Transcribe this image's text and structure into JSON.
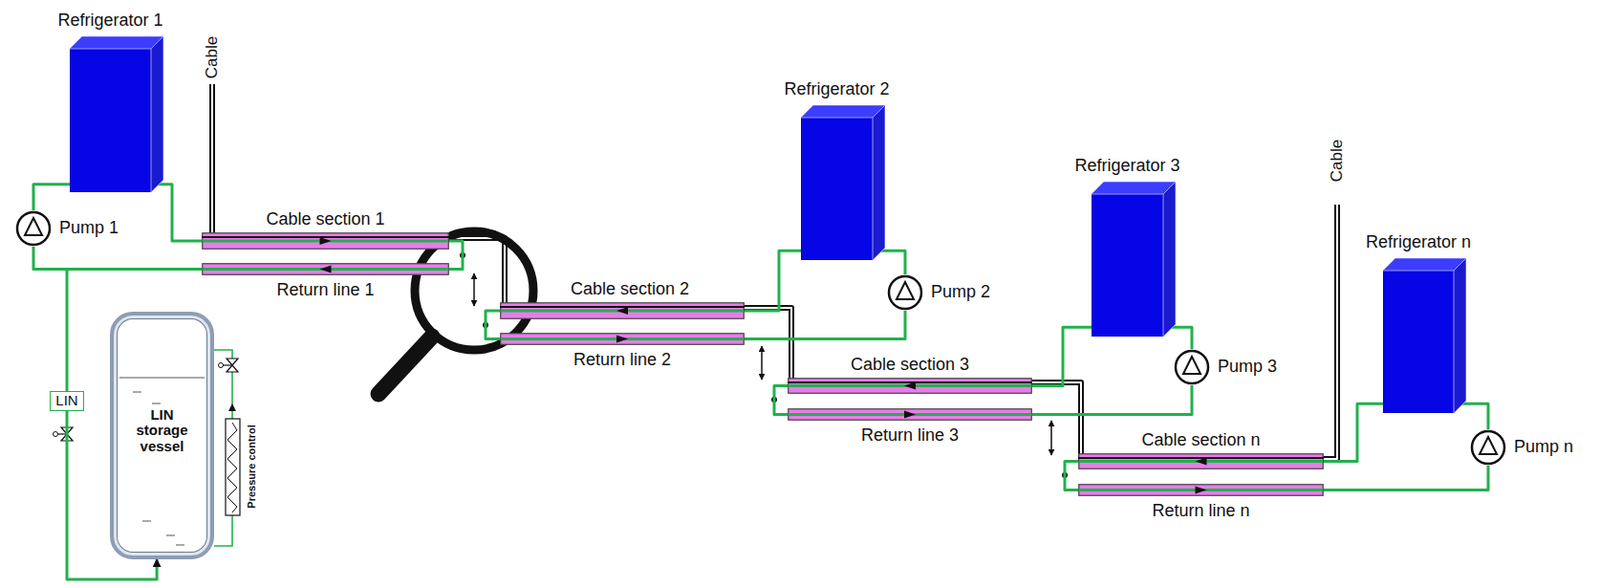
{
  "diagram": {
    "nodes": [
      {
        "text": [
          "Refrigerator 1"
        ]
      },
      {
        "text": [
          "Pump 1"
        ]
      },
      {
        "text": [
          "Cable section 1"
        ]
      },
      {
        "text": [
          "Return line 1"
        ]
      },
      {
        "text": [
          "Cable section 2"
        ]
      },
      {
        "text": [
          "Return line 2"
        ]
      },
      {
        "text": [
          "Refrigerator 2"
        ]
      },
      {
        "text": [
          "Pump 2"
        ]
      },
      {
        "text": [
          "Cable section 3"
        ]
      },
      {
        "text": [
          "Return line 3"
        ]
      },
      {
        "text": [
          "Refrigerator 3"
        ]
      },
      {
        "text": [
          "Pump 3"
        ]
      },
      {
        "text": [
          "Cable section n"
        ]
      },
      {
        "text": [
          "Return line n"
        ]
      },
      {
        "text": [
          "Refrigerator n"
        ]
      },
      {
        "text": [
          "Pump n"
        ]
      },
      {
        "text": [
          "LIN"
        ]
      },
      {
        "text": [
          "LIN storage vessel"
        ]
      }
    ],
    "edges": [
      {
        "from": 0,
        "to": 2,
        "arrow": "none"
      },
      {
        "from": 2,
        "to": 3,
        "arrow": "none"
      },
      {
        "from": 3,
        "to": 1,
        "arrow": "none"
      },
      {
        "from": 1,
        "to": 0,
        "arrow": "none"
      },
      {
        "from": 6,
        "to": 4,
        "arrow": "none"
      },
      {
        "from": 4,
        "to": 5,
        "arrow": "none"
      },
      {
        "from": 5,
        "to": 7,
        "arrow": "none"
      },
      {
        "from": 7,
        "to": 6,
        "arrow": "none"
      },
      {
        "from": 10,
        "to": 8,
        "arrow": "none"
      },
      {
        "from": 8,
        "to": 9,
        "arrow": "none"
      },
      {
        "from": 9,
        "to": 11,
        "arrow": "none"
      },
      {
        "from": 11,
        "to": 10,
        "arrow": "none"
      },
      {
        "from": 14,
        "to": 12,
        "arrow": "none"
      },
      {
        "from": 12,
        "to": 13,
        "arrow": "none"
      },
      {
        "from": 13,
        "to": 15,
        "arrow": "none"
      },
      {
        "from": 15,
        "to": 14,
        "arrow": "none"
      },
      {
        "from": 3,
        "to": 16,
        "arrow": "none"
      },
      {
        "from": 16,
        "to": 17,
        "arrow": "to"
      }
    ],
    "labels": [
      "Cable",
      "Cable",
      "Pressure control"
    ]
  }
}
